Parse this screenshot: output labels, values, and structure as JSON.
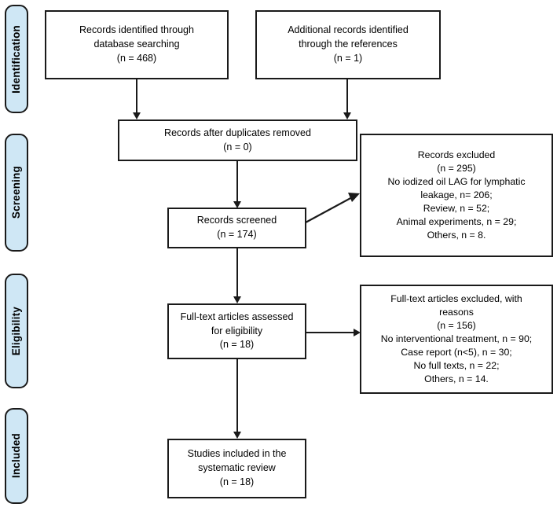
{
  "diagram": {
    "type": "prisma-flow-diagram",
    "title": "PRISMA study selection flow diagram",
    "colors": {
      "stage_pill_fill": "#cfe7f5",
      "stroke": "#1a1a1a",
      "box_fill": "#ffffff",
      "background": "#ffffff"
    }
  },
  "stages": [
    {
      "id": "identification",
      "label": "Identification"
    },
    {
      "id": "screening",
      "label": "Screening"
    },
    {
      "id": "eligibility",
      "label": "Eligibility"
    },
    {
      "id": "included",
      "label": "Included"
    }
  ],
  "boxes": {
    "records_identified": {
      "id": "records-identified-database",
      "text": "Records identified through\ndatabase searching\n(n = 468)",
      "count": 468
    },
    "additional_records": {
      "id": "additional-records-references",
      "text": "Additional records identified\nthrough the references\n(n = 1)",
      "count": 1
    },
    "duplicates_removed": {
      "id": "records-after-duplicates-removed",
      "text": "Records after duplicates removed\n(n = 0)",
      "count": 0
    },
    "records_screened": {
      "id": "records-screened",
      "text": "Records screened\n(n = 174)",
      "count": 174
    },
    "records_excluded": {
      "id": "records-excluded",
      "text": "Records excluded\n(n = 295)\nNo iodized oil LAG for lymphatic\nleakage, n= 206;\nReview, n = 52;\nAnimal experiments, n = 29;\nOthers, n = 8.",
      "count": 295,
      "reasons": [
        {
          "label": "No iodized oil LAG for lymphatic leakage",
          "n": 206
        },
        {
          "label": "Review",
          "n": 52
        },
        {
          "label": "Animal experiments",
          "n": 29
        },
        {
          "label": "Others",
          "n": 8
        }
      ]
    },
    "fulltext_assessed": {
      "id": "full-text-articles-assessed",
      "text": "Full-text articles assessed\nfor eligibility\n(n = 18)",
      "count": 18
    },
    "fulltext_excluded": {
      "id": "full-text-articles-excluded",
      "text": "Full-text articles excluded, with\nreasons\n(n = 156)\nNo interventional treatment, n = 90;\nCase report (n<5), n = 30;\nNo full texts, n = 22;\nOthers, n = 14.",
      "count": 156,
      "reasons": [
        {
          "label": "No interventional treatment",
          "n": 90
        },
        {
          "label": "Case report (n<5)",
          "n": 30
        },
        {
          "label": "No full texts",
          "n": 22
        },
        {
          "label": "Others",
          "n": 14
        }
      ]
    },
    "studies_included": {
      "id": "studies-included-systematic-review",
      "text": "Studies included in the\nsystematic review\n(n = 18)",
      "count": 18
    }
  }
}
